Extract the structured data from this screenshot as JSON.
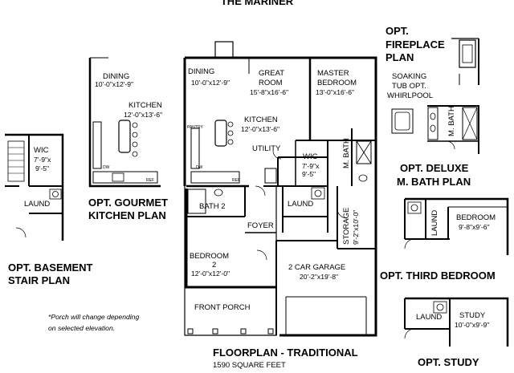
{
  "heading": "THE MARINER",
  "main_plan": {
    "dining": {
      "name": "DINING",
      "dims": "10'-0\"x12'-9\""
    },
    "great_room": {
      "name1": "GREAT",
      "name2": "ROOM",
      "dims": "15'-8\"x16'-6\""
    },
    "master_bedroom": {
      "name1": "MASTER",
      "name2": "BEDROOM",
      "dims": "13'-0\"x16'-6\""
    },
    "kitchen": {
      "name": "KITCHEN",
      "dims": "12'-0\"x13'-6\""
    },
    "utility": "UTILITY",
    "wic": {
      "name": "WIC",
      "dims1": "7'-9\"x",
      "dims2": "9'-5\""
    },
    "m_bath": "M. BATH",
    "bath2": "BATH 2",
    "laund": "LAUND",
    "foyer": "FOYER",
    "storage": {
      "name": "STORAGE",
      "dims": "9'-2\"x10'-0\""
    },
    "bedroom2": {
      "name": "BEDROOM",
      "num": "2",
      "dims": "12'-0\"x12'-0\""
    },
    "garage": {
      "name": "2 CAR GARAGE",
      "dims": "20'-2\"x19'-8\""
    },
    "porch": "FRONT PORCH",
    "pantry": "PANTRY",
    "dw": "DW",
    "ref": "REF",
    "title": "FLOORPLAN - TRADITIONAL",
    "subtitle": "1590 SQUARE FEET"
  },
  "gourmet": {
    "dining": {
      "name": "DINING",
      "dims": "10'-0\"x12'-9\""
    },
    "kitchen": {
      "name": "KITCHEN",
      "dims": "12'-0\"x13'-6\""
    },
    "dw": "DW",
    "ref": "REF",
    "title1": "OPT. GOURMET",
    "title2": "KITCHEN PLAN"
  },
  "basement": {
    "wic": {
      "name": "WIC",
      "dims1": "7'-9\"x",
      "dims2": "9'-5\""
    },
    "laund": "LAUND",
    "title1": "OPT. BASEMENT",
    "title2": "STAIR PLAN"
  },
  "fireplace": {
    "title1": "OPT.",
    "title2": "FIREPLACE",
    "title3": "PLAN"
  },
  "deluxe_bath": {
    "note1": "SOAKING",
    "note2": "TUB OPT.",
    "note3": "WHIRLPOOL",
    "m_bath": "M. BATH",
    "title1": "OPT. DELUXE",
    "title2": "M. BATH PLAN"
  },
  "third_bedroom": {
    "laund": "LAUND",
    "bedroom": {
      "name": "BEDROOM",
      "dims": "9'-8\"x9'-6\""
    },
    "title": "OPT. THIRD BEDROOM"
  },
  "study": {
    "laund": "LAUND",
    "study": {
      "name": "STUDY",
      "dims": "10'-0\"x9'-9\""
    },
    "title": "OPT. STUDY"
  },
  "porch_note": {
    "line1": "*Porch will change depending",
    "line2": "on selected elevation."
  }
}
